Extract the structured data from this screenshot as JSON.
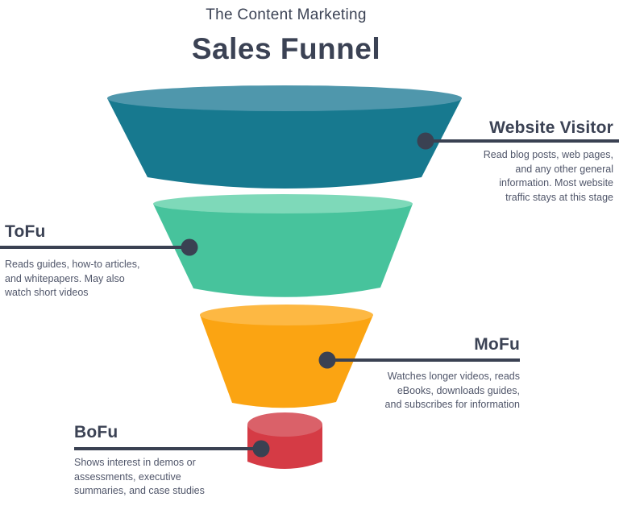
{
  "header": {
    "subtitle": "The Content Marketing",
    "title": "Sales Funnel"
  },
  "funnel": {
    "stages": [
      {
        "id": "website-visitor",
        "label": "Website Visitor",
        "description": "Read blog posts, web pages, and any other general information. Most website traffic stays at this stage",
        "side": "right",
        "body_color": "#17798f",
        "top_color": "#4f97ac"
      },
      {
        "id": "tofu",
        "label": "ToFu",
        "description": "Reads guides, how-to articles, and whitepapers. May also watch short videos",
        "side": "left",
        "body_color": "#47c39c",
        "top_color": "#7ed9b9"
      },
      {
        "id": "mofu",
        "label": "MoFu",
        "description": "Watches longer videos, reads eBooks, downloads guides, and subscribes for information",
        "side": "right",
        "body_color": "#fba412",
        "top_color": "#fdb843"
      },
      {
        "id": "bofu",
        "label": "BoFu",
        "description": "Shows interest in demos or assessments, executive summaries, and case studies",
        "side": "left",
        "body_color": "#d53b45",
        "top_color": "#da6169"
      }
    ],
    "connector_color": "#3a4152"
  },
  "colors": {
    "background": "#ffffff",
    "heading_text": "#3b4254",
    "body_text": "#50566a"
  }
}
